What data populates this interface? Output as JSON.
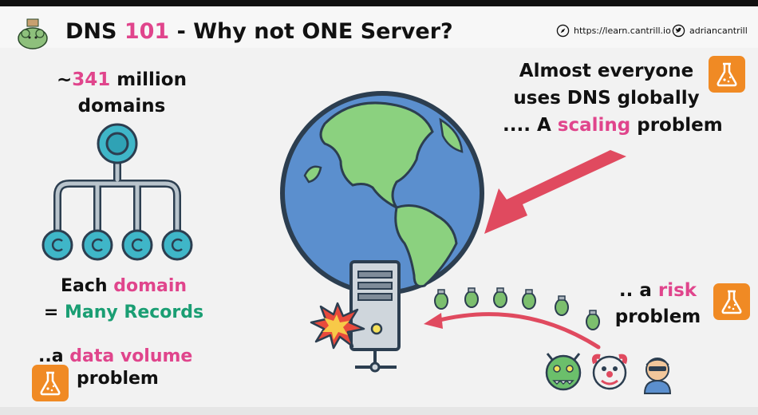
{
  "header": {
    "title_prefix": "DNS ",
    "title_number": "101",
    "title_suffix": " - Why not ONE Server?",
    "link_url": "https://learn.cantrill.io",
    "twitter_handle": "adriancantrill"
  },
  "left": {
    "domains_prefix": "~",
    "domains_count": "341",
    "domains_suffix": " million",
    "domains_line2": "domains",
    "each_prefix": "Each ",
    "each_highlight": "domain",
    "records_prefix": "= ",
    "records_highlight": "Many Records",
    "volume_prefix": "..a ",
    "volume_highlight": "data volume",
    "volume_line2": "problem"
  },
  "right": {
    "line1": "Almost everyone",
    "line2": "uses DNS globally",
    "line3_prefix": ".... A ",
    "line3_highlight": "scaling",
    "line3_suffix": " problem",
    "risk_prefix": ".. a ",
    "risk_highlight": "risk",
    "risk_line2": "problem"
  },
  "colors": {
    "pink": "#e0458c",
    "green": "#1a9e73",
    "lab_orange": "#f08a24",
    "ocean": "#5b8fce",
    "land": "#8bd17f",
    "arrow": "#e04a5f"
  },
  "icons": [
    "logo-icon",
    "compass-icon",
    "twitter-icon",
    "lab-flask-icon",
    "hierarchy-icon",
    "globe-icon",
    "server-icon",
    "explosion-icon",
    "grenade-icon",
    "monster-icon",
    "clown-icon",
    "hacker-icon"
  ]
}
